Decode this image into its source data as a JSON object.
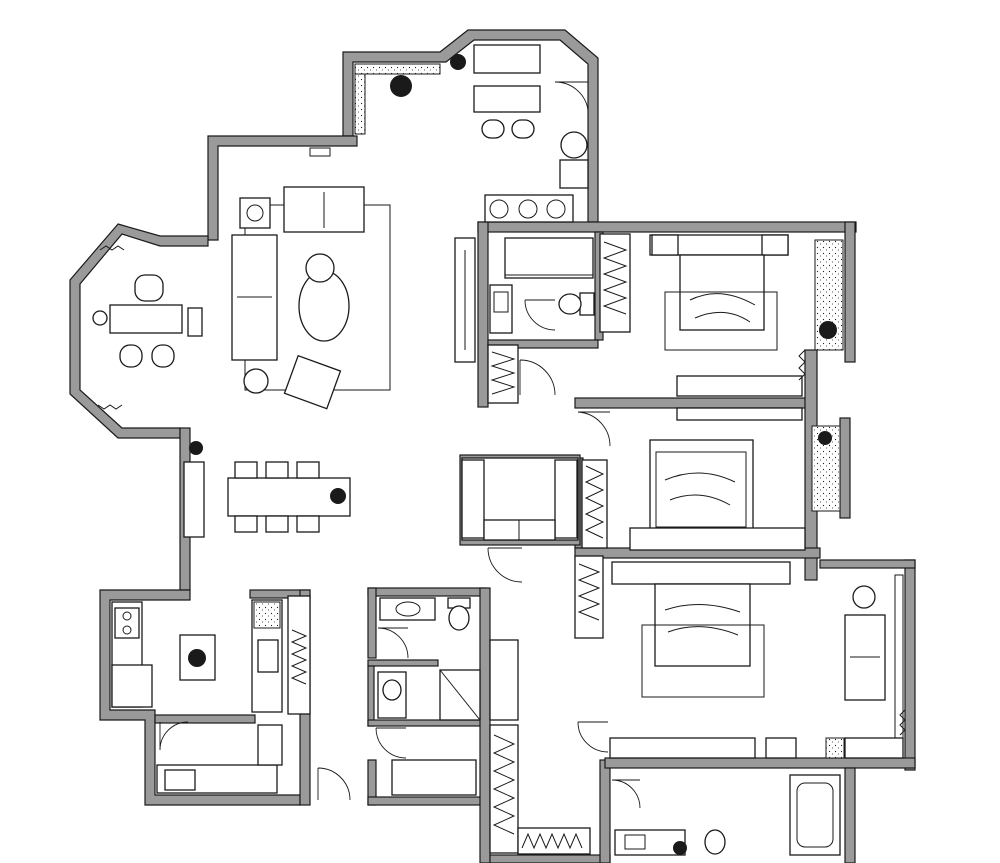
{
  "drawing": {
    "kind": "floor-plan",
    "style": "black line art on white, grey filled walls",
    "colors": {
      "wall_fill": "#9a9a9a",
      "line": "#1a1a1a",
      "background": "#ffffff"
    }
  },
  "rooms": [
    {
      "id": "balcony-top",
      "furniture": [
        "planter",
        "potted-plant",
        "desk",
        "chairs"
      ]
    },
    {
      "id": "living-room",
      "furniture": [
        "sofa-3-seat",
        "sofa-2-seat",
        "armchair",
        "side-table",
        "oval-coffee-table",
        "rug"
      ]
    },
    {
      "id": "study-bay",
      "furniture": [
        "desk",
        "armchair",
        "stools"
      ]
    },
    {
      "id": "dining",
      "furniture": [
        "dining-table",
        "chairs",
        "potted-plant"
      ]
    },
    {
      "id": "kitchen",
      "furniture": [
        "stove",
        "sink",
        "counter"
      ]
    },
    {
      "id": "laundry",
      "furniture": [
        "washers"
      ]
    },
    {
      "id": "master-bedroom",
      "furniture": [
        "double-bed",
        "nightstands",
        "tv-cabinet",
        "wardrobe"
      ]
    },
    {
      "id": "ensuite",
      "furniture": [
        "toilet",
        "basin",
        "shower"
      ]
    },
    {
      "id": "bedroom-2",
      "furniture": [
        "double-bed",
        "nightstands",
        "desk",
        "wardrobe"
      ]
    },
    {
      "id": "bedroom-3",
      "furniture": [
        "double-bed",
        "nightstands",
        "sofa",
        "tv-cabinet"
      ]
    },
    {
      "id": "guest-bath",
      "furniture": [
        "toilet",
        "basin",
        "bath"
      ]
    },
    {
      "id": "bath-2",
      "furniture": [
        "toilet",
        "basin",
        "bathtub"
      ]
    }
  ]
}
